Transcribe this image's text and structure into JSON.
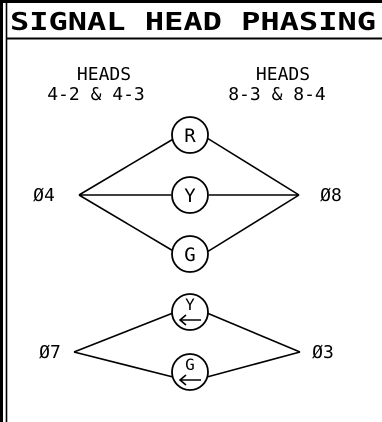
{
  "title": "SIGNAL HEAD PHASING",
  "heads_left": {
    "line1": "HEADS",
    "line2": "4-2 & 4-3"
  },
  "heads_right": {
    "line1": "HEADS",
    "line2": "8-3 & 8-4"
  },
  "phases": {
    "p4": "Ø4",
    "p8": "Ø8",
    "p7": "Ø7",
    "p3": "Ø3"
  },
  "indications": {
    "red": "R",
    "yellow": "Y",
    "green": "G",
    "yellow_arrow": "Y",
    "green_arrow": "G"
  },
  "icons": {
    "left_arrow": "left-arrow-icon"
  }
}
